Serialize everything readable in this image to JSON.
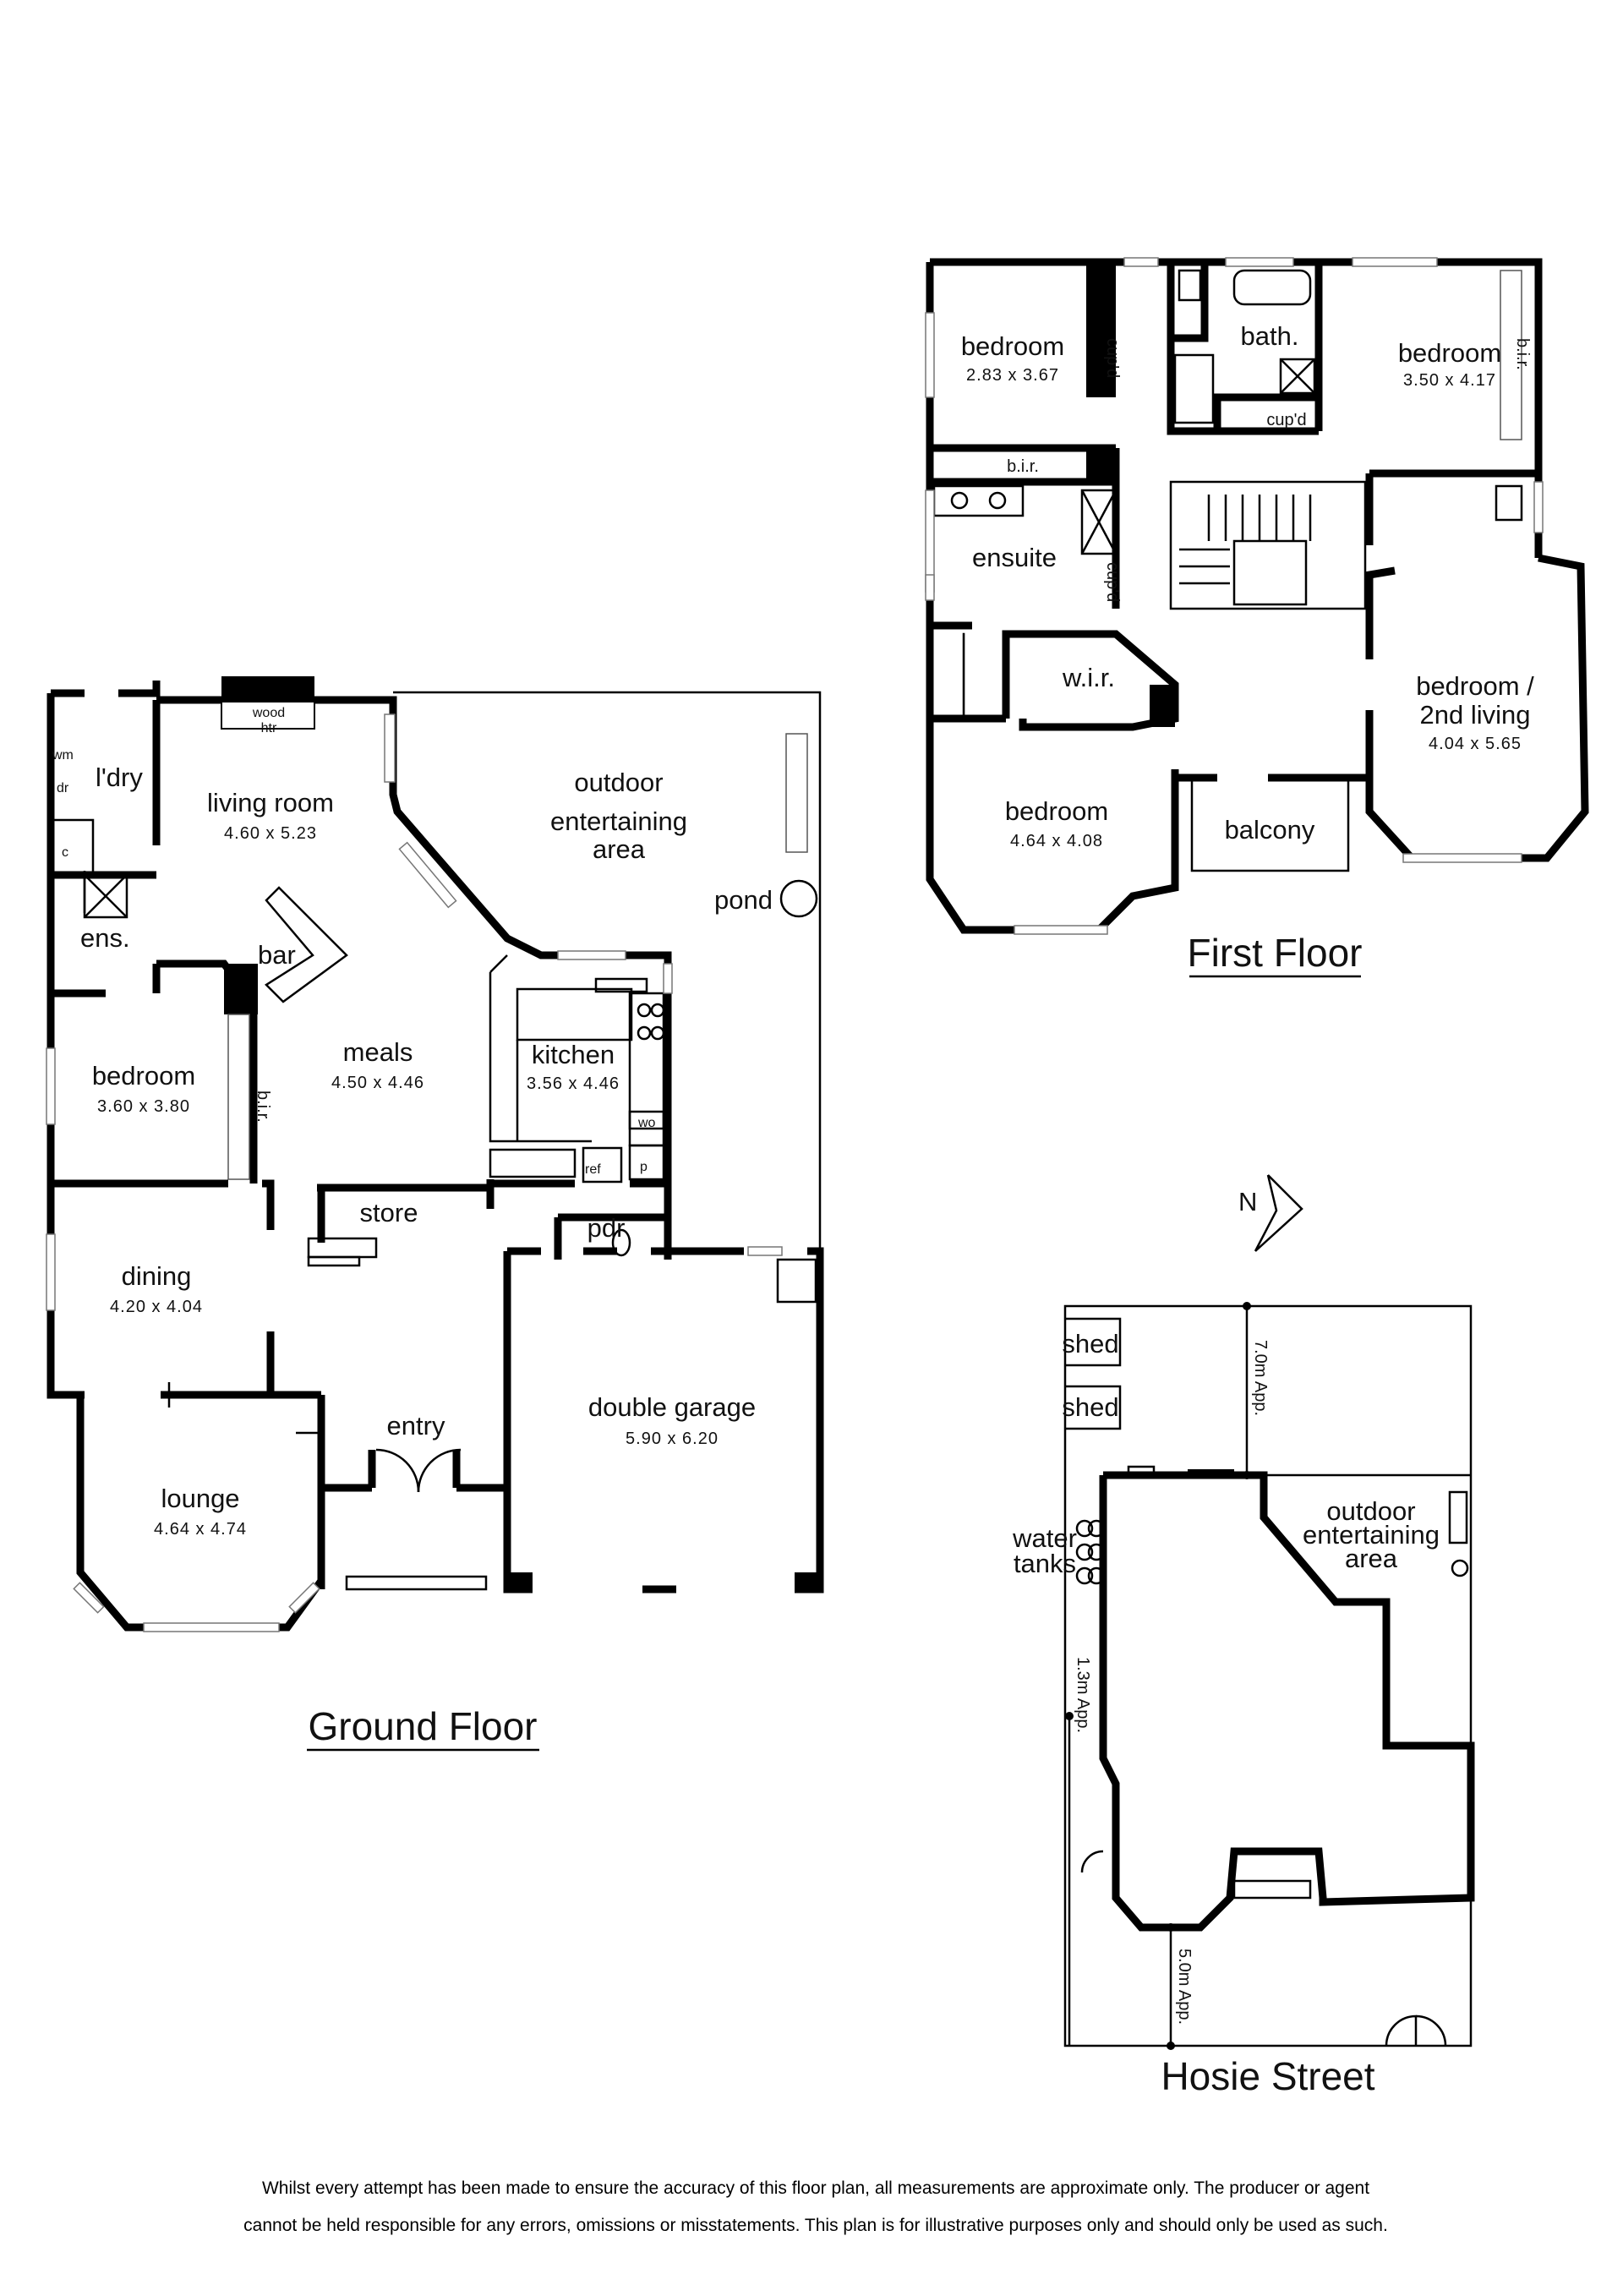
{
  "ground_floor": {
    "title": "Ground Floor",
    "rooms": {
      "laundry": {
        "name": "l'dry"
      },
      "wm": "wm",
      "dr": "dr",
      "c": "c",
      "ensuite": {
        "name": "ens."
      },
      "living": {
        "name": "living room",
        "dims": "4.60  x  5.23"
      },
      "wood_heater": {
        "line1": "wood",
        "line2": "htr"
      },
      "outdoor": {
        "line1": "outdoor",
        "line2": "entertaining",
        "line3": "area"
      },
      "pond": "pond",
      "bar": "bar",
      "meals": {
        "name": "meals",
        "dims": "4.50  x  4.46"
      },
      "kitchen": {
        "name": "kitchen",
        "dims": "3.56  x  4.46"
      },
      "bedroom": {
        "name": "bedroom",
        "dims": "3.60  x  3.80"
      },
      "bir": "b.i.r.",
      "wo": "wo",
      "ref": "ref",
      "p": "p",
      "store": "store",
      "pdr": "pdr",
      "dining": {
        "name": "dining",
        "dims": "4.20  x  4.04"
      },
      "entry": "entry",
      "garage": {
        "name": "double garage",
        "dims": "5.90  x  6.20"
      },
      "lounge": {
        "name": "lounge",
        "dims": "4.64  x  4.74"
      }
    }
  },
  "first_floor": {
    "title": "First Floor",
    "rooms": {
      "bedroom1": {
        "name": "bedroom",
        "dims": "2.83  x  3.67"
      },
      "cupd1": "cup'd",
      "bath": "bath.",
      "bedroom2": {
        "name": "bedroom",
        "dims": "3.50  x  4.17"
      },
      "bir2": "b.i.r.",
      "cupd2": "cup'd",
      "bir1": "b.i.r.",
      "ensuite": "ensuite",
      "cupd3": "cup'd",
      "wir": "w.i.r.",
      "bedroom3": {
        "name1": "bedroom /",
        "name2": "2nd living",
        "dims": "4.04  x  5.65"
      },
      "bedroom4": {
        "name": "bedroom",
        "dims": "4.64  x  4.08"
      },
      "balcony": "balcony"
    }
  },
  "site": {
    "north": "N",
    "shed1": "shed",
    "shed2": "shed",
    "rear_setback": "7.0m  App.",
    "water_tanks": {
      "line1": "water",
      "line2": "tanks"
    },
    "outdoor": {
      "line1": "outdoor",
      "line2": "entertaining",
      "line3": "area"
    },
    "side_setback": "1.3m  App.",
    "front_setback": "5.0m  App.",
    "street": "Hosie Street"
  },
  "disclaimer": {
    "line1": "Whilst every attempt has been made to ensure the accuracy of this floor plan, all measurements are approximate only. The producer or agent",
    "line2": "cannot be held responsible for any errors, omissions or misstatements. This plan is for illustrative purposes only and should only be used as such."
  }
}
